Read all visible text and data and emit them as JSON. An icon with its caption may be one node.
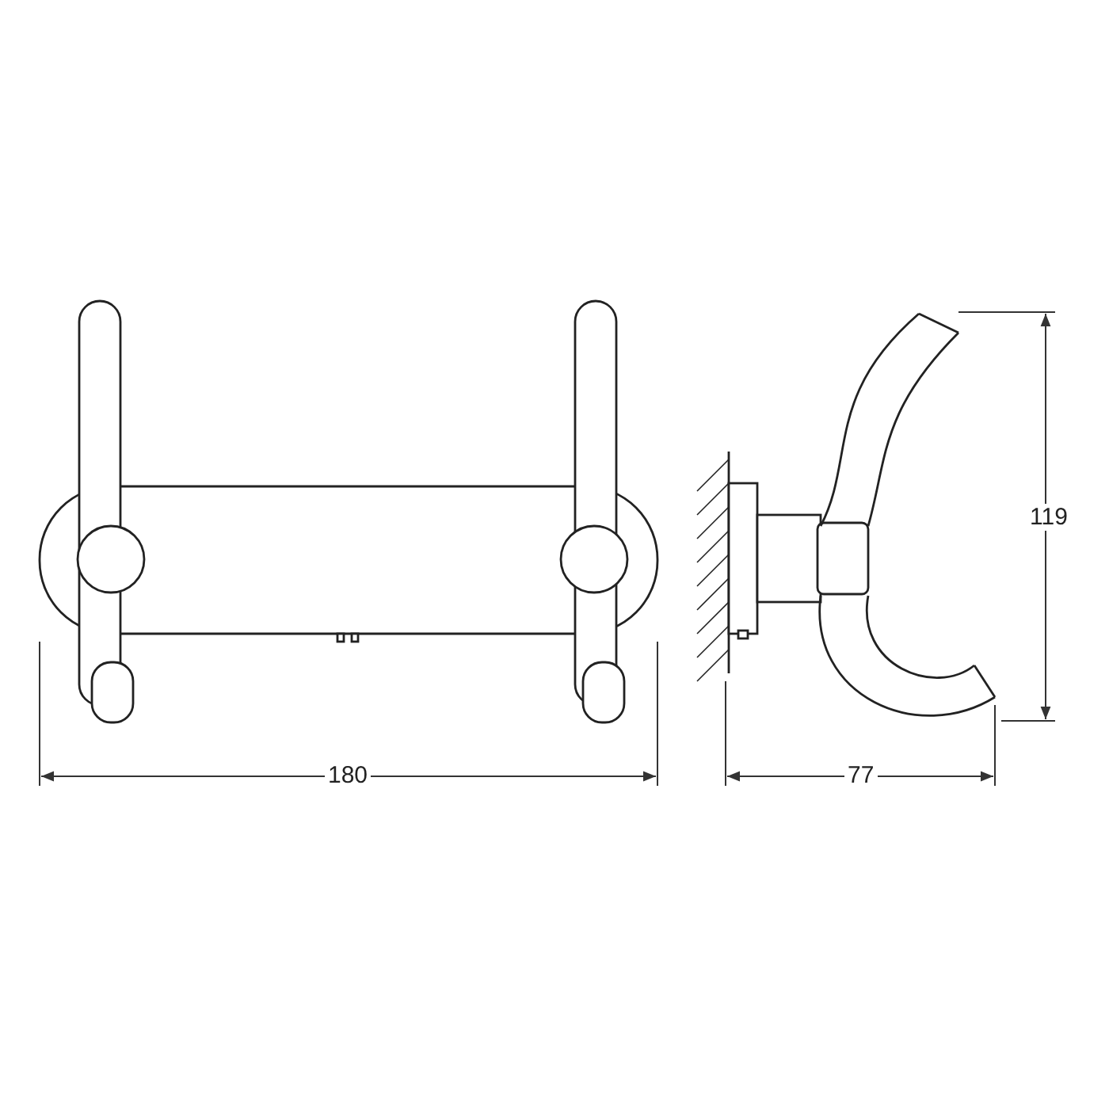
{
  "diagram": {
    "labels": [
      "180",
      "77",
      "119"
    ]
  }
}
